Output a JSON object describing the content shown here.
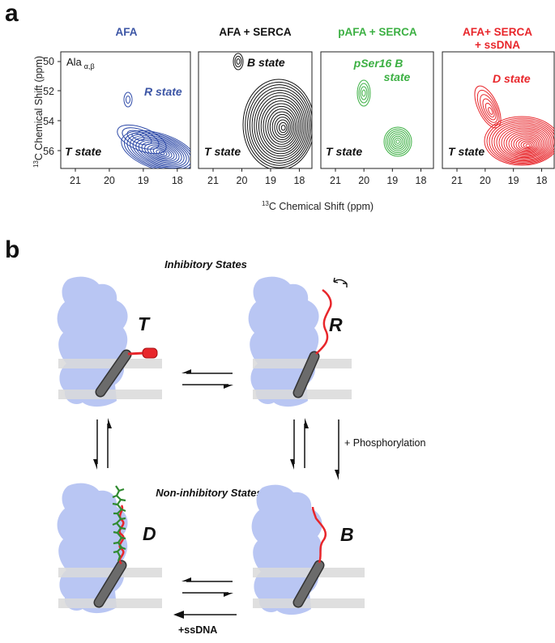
{
  "panel_a": {
    "letter": "a",
    "panels": [
      {
        "title": "AFA",
        "title_color": "#3c55a5",
        "contour_color": "#2e4aa8",
        "annotations": [
          {
            "text": "Ala",
            "sub": "α,β",
            "color": "#111111",
            "italic": false,
            "bold": false
          },
          {
            "text": "R state",
            "color": "#3c55a5"
          },
          {
            "text": "T state",
            "color": "#111111"
          }
        ]
      },
      {
        "title": "AFA + SERCA",
        "title_color": "#111111",
        "contour_color": "#111111",
        "annotations": [
          {
            "text": "B state",
            "color": "#111111"
          },
          {
            "text": "T state",
            "color": "#111111"
          }
        ]
      },
      {
        "title": "pAFA + SERCA",
        "title_color": "#3cb043",
        "contour_color": "#3cb043",
        "annotations": [
          {
            "text": "pSer16 B",
            "color": "#3cb043"
          },
          {
            "text": "state",
            "color": "#3cb043"
          },
          {
            "text": "T state",
            "color": "#111111"
          }
        ]
      },
      {
        "title": "AFA+ SERCA",
        "title2": "+ ssDNA",
        "title_color": "#e8262b",
        "contour_color": "#e8262b",
        "annotations": [
          {
            "text": "D state",
            "color": "#e8262b"
          },
          {
            "text": "T state",
            "color": "#111111"
          }
        ]
      }
    ],
    "x_ticks": [
      "21",
      "20",
      "19",
      "18"
    ],
    "y_ticks": [
      "50",
      "52",
      "54",
      "56"
    ],
    "y_label_sup": "13",
    "y_label": "C Chemical Shift (ppm)",
    "x_label_sup": "13",
    "x_label": "C Chemical Shift (ppm)"
  },
  "panel_b": {
    "letter": "b",
    "header_top": "Inhibitory States",
    "header_bottom": "Non-inhibitory States",
    "states": [
      "T",
      "R",
      "D",
      "B"
    ],
    "phosphorylation_label": "+ Phosphorylation",
    "ssdna_label": "+ssDNA"
  },
  "colors": {
    "protein": "#b9c6f3",
    "membrane": "#d9d9d9",
    "helix": "#6b6b6b",
    "red": "#e8262b",
    "green": "#2f8a2f"
  }
}
